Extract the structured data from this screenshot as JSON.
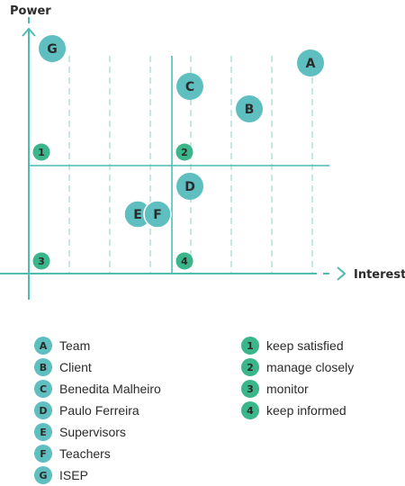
{
  "axes": {
    "y_title": "Power",
    "x_title": "Interest"
  },
  "colors": {
    "teal": "#5fbfc0",
    "green": "#3bb58a",
    "line": "#4fbcb4",
    "dashed": "#9ed8d0",
    "text": "#2b2b2b"
  },
  "stakeholders": [
    {
      "letter": "A",
      "name": "Team"
    },
    {
      "letter": "B",
      "name": "Client"
    },
    {
      "letter": "C",
      "name": "Benedita Malheiro"
    },
    {
      "letter": "D",
      "name": "Paulo Ferreira"
    },
    {
      "letter": "E",
      "name": "Supervisors"
    },
    {
      "letter": "F",
      "name": "Teachers"
    },
    {
      "letter": "G",
      "name": "ISEP"
    }
  ],
  "strategies": [
    {
      "number": "1",
      "name": "keep satisfied"
    },
    {
      "number": "2",
      "name": "manage closely"
    },
    {
      "number": "3",
      "name": "monitor"
    },
    {
      "number": "4",
      "name": "keep informed"
    }
  ]
}
